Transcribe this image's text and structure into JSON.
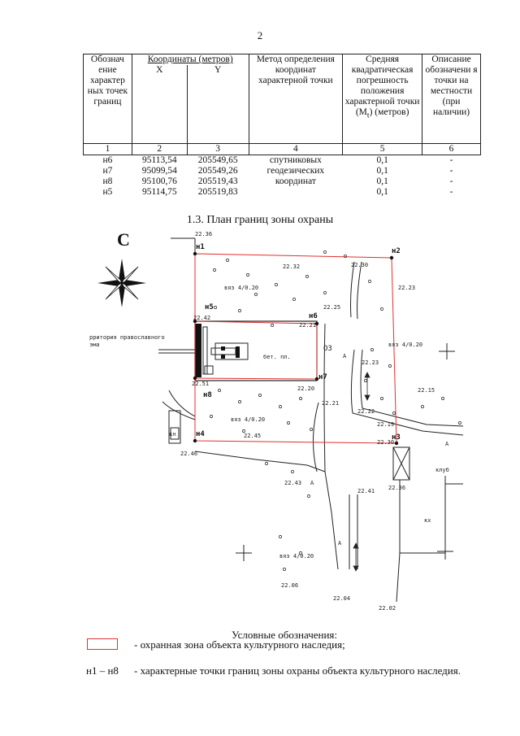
{
  "page_number": "2",
  "table": {
    "headers": {
      "col1": "Обознач ение характер ных точек границ",
      "coord_group": "Координаты (метров)",
      "x": "X",
      "y": "Y",
      "method": "Метод определения координат характерной точки",
      "error": "Средняя квадратическая погрешность положения характерной точки (M",
      "error_sub": "t",
      "error_tail": ") (метров)",
      "desc": "Описание обозначени я точки на местности (при наличии)"
    },
    "col_numbers": [
      "1",
      "2",
      "3",
      "4",
      "5",
      "6"
    ],
    "rows": [
      {
        "id": "н6",
        "x": "95113,54",
        "y": "205549,65",
        "method": "спутниковых",
        "error": "0,1",
        "desc": "-"
      },
      {
        "id": "н7",
        "x": "95099,54",
        "y": "205549,26",
        "method": "геодезических",
        "error": "0,1",
        "desc": "-"
      },
      {
        "id": "н8",
        "x": "95100,76",
        "y": "205519,43",
        "method": "координат",
        "error": "0,1",
        "desc": "-"
      },
      {
        "id": "н5",
        "x": "95114,75",
        "y": "205519,83",
        "method": "",
        "error": "0,1",
        "desc": "-"
      }
    ]
  },
  "section_title": "1.3. План границ зоны охраны",
  "plan": {
    "north": "С",
    "points": [
      "н1",
      "н2",
      "н3",
      "н4",
      "н5",
      "н6",
      "н7",
      "н8"
    ],
    "elevations": [
      "22.36",
      "22.32",
      "22.30",
      "22.23",
      "22.25",
      "22.21",
      "22.42",
      "22.20",
      "22.23",
      "22.51",
      "22.15",
      "22.21",
      "22.22",
      "22.19",
      "22.45",
      "22.30",
      "22.46",
      "22.43",
      "22.41",
      "22.36",
      "22.06",
      "22.04",
      "22.02"
    ],
    "vegetation": [
      "вяз 4/0.20",
      "вяз 4/0.20",
      "вяз 4/0.20",
      "вяз 4/0.20"
    ],
    "labels": {
      "territory_1": "рритория православного",
      "territory_2": "эма",
      "concrete": "бет. пл.",
      "code": "ОЗ",
      "asphalt": "А",
      "club": "клуб",
      "kx": "кх",
      "kn": "кн"
    }
  },
  "legend": {
    "title": "Условные обозначения:",
    "item1": "- охранная зона объекта культурного наследия;",
    "item2_key": "н1 – н8",
    "item2": "- характерные точки границ зоны охраны объекта культурного наследия."
  },
  "colors": {
    "boundary": "#e03030",
    "ink": "#222222"
  }
}
